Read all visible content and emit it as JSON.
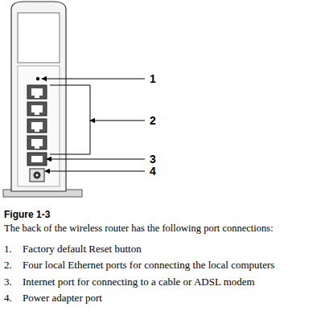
{
  "diagram": {
    "caption": "Figure 1-3",
    "labels": [
      "1",
      "2",
      "3",
      "4",
      "The back of the wireless router has the following port connections:",
      "1.",
      "Factory default Reset button",
      "2.",
      "Four local Ethernet ports for connecting the local computers",
      "3.",
      "Internet port for connecting to a cable or ADSL modem",
      "4.",
      "Power adapter port"
    ]
  }
}
